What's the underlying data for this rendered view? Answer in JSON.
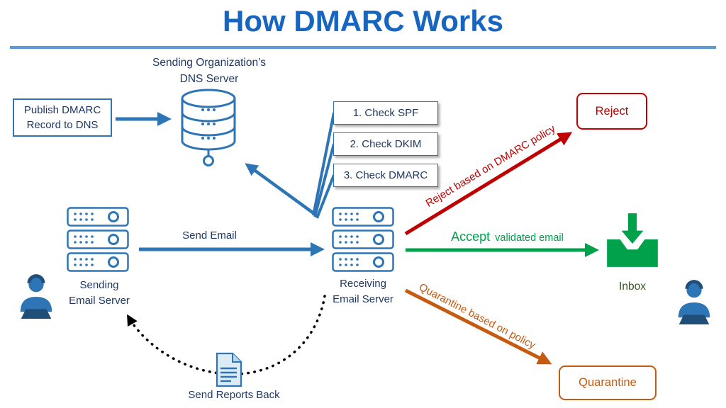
{
  "title": "How DMARC Works",
  "dns_server": {
    "label_line1": "Sending Organization’s",
    "label_line2": "DNS Server"
  },
  "publish_box": {
    "line1": "Publish DMARC",
    "line2": "Record to DNS"
  },
  "check_boxes": [
    {
      "label": "1. Check SPF"
    },
    {
      "label": "2. Check DKIM"
    },
    {
      "label": "3. Check DMARC"
    }
  ],
  "send_email": {
    "label": "Send Email"
  },
  "sending_server": {
    "line1": "Sending",
    "line2": "Email Server"
  },
  "receiving_server": {
    "line1": "Receiving",
    "line2": "Email Server"
  },
  "reject_flow": {
    "arrow_label": "Reject based on DMARC policy",
    "box_label": "Reject"
  },
  "accept_flow": {
    "label_emphasis": "Accept",
    "label_rest": "validated email",
    "inbox_label": "Inbox"
  },
  "quarantine_flow": {
    "arrow_label": "Quarantine based on policy",
    "box_label": "Quarantine"
  },
  "reports": {
    "label": "Send Reports Back"
  },
  "colors": {
    "title_blue": "#1665C0",
    "divider_blue": "#5B9BD5",
    "diagram_blue": "#2E75B6",
    "text_navy": "#1F3864",
    "reject_red": "#C00000",
    "accept_green": "#00A14B",
    "inbox_label_green": "#375623",
    "quarantine_orange": "#C55A11",
    "reports_black": "#000000"
  }
}
